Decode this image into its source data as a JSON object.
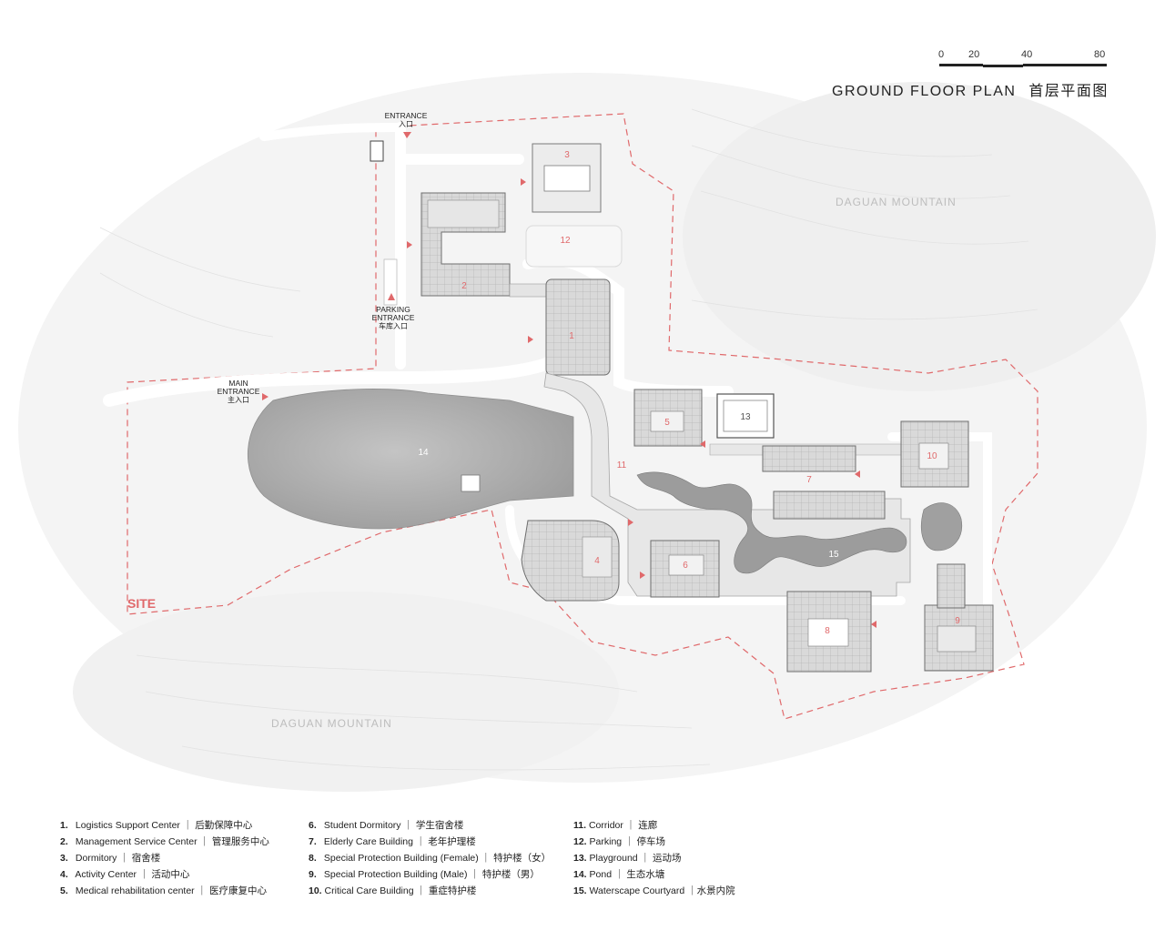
{
  "header": {
    "title_en": "GROUND FLOOR PLAN",
    "title_zh": "首层平面图",
    "scale_labels": [
      "0",
      "20",
      "40",
      "80"
    ]
  },
  "site_labels": {
    "site": "SITE",
    "mountain_top": "DAGUAN MOUNTAIN",
    "mountain_bottom": "DAGUAN MOUNTAIN",
    "entrance_en": "ENTRANCE",
    "entrance_zh": "入口",
    "parking_1": "PARKING",
    "parking_2": "ENTRANCE",
    "parking_zh": "车库入口",
    "main_1": "MAIN",
    "main_2": "ENTRANCE",
    "main_zh": "主入口"
  },
  "building_numbers": [
    "1",
    "2",
    "3",
    "4",
    "5",
    "6",
    "7",
    "8",
    "9",
    "10",
    "11",
    "12",
    "13",
    "14",
    "15"
  ],
  "legend": [
    [
      {
        "num": "1.",
        "text": "Logistics Support Center ｜ 后勤保障中心"
      },
      {
        "num": "2.",
        "text": "Management Service Center ｜ 管理服务中心"
      },
      {
        "num": "3.",
        "text": "Dormitory ｜ 宿舍楼"
      },
      {
        "num": "4.",
        "text": "Activity Center ｜ 活动中心"
      },
      {
        "num": "5.",
        "text": "Medical rehabilitation center ｜ 医疗康复中心"
      }
    ],
    [
      {
        "num": "6.",
        "text": "Student Dormitory ｜ 学生宿舍楼"
      },
      {
        "num": "7.",
        "text": "Elderly Care Building ｜ 老年护理楼"
      },
      {
        "num": "8.",
        "text": "Special Protection Building (Female) ｜ 特护楼（女）"
      },
      {
        "num": "9.",
        "text": "Special Protection Building (Male) ｜ 特护楼（男）"
      },
      {
        "num": "10.",
        "text": "Critical Care Building ｜ 重症特护楼"
      }
    ],
    [
      {
        "num": "11.",
        "text": "Corridor ｜ 连廊"
      },
      {
        "num": "12.",
        "text": "Parking ｜ 停车场"
      },
      {
        "num": "13.",
        "text": "Playground ｜ 运动场"
      },
      {
        "num": "14.",
        "text": "Pond ｜ 生态水塘"
      },
      {
        "num": "15.",
        "text": "Waterscape Courtyard ｜水景内院"
      }
    ]
  ],
  "colors": {
    "accent_red": "#e0696b",
    "building_fill": "#d6d6d6",
    "building_stroke": "#7a7a7a",
    "road": "#ffffff",
    "ground": "#f1f1f1",
    "pond": "#b8b8b8"
  }
}
